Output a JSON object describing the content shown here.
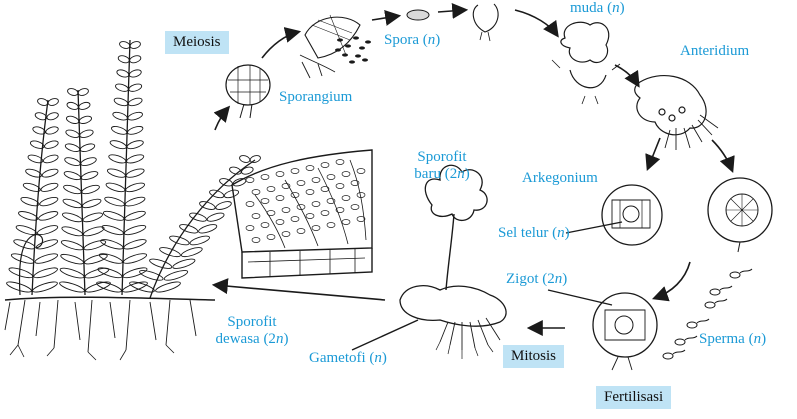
{
  "labels": {
    "meiosis": "Meiosis",
    "sporangium": "Sporangium",
    "spora": "Spora (",
    "spora_n": "n",
    "spora_close": ")",
    "muda": "muda (",
    "muda_n": "n",
    "muda_close": ")",
    "anteridium": "Anteridium",
    "arkegonium": "Arkegonium",
    "sel_telur": "Sel telur (",
    "sel_telur_n": "n",
    "sel_telur_close": ")",
    "sporofit_baru_1": "Sporofit",
    "sporofit_baru_2": "baru (2",
    "sporofit_baru_n": "n",
    "sporofit_baru_close": ")",
    "zigot": "Zigot (2",
    "zigot_n": "n",
    "zigot_close": ")",
    "sporofit_dewasa_1": "Sporofit",
    "sporofit_dewasa_2": "dewasa (2",
    "sporofit_dewasa_n": "n",
    "sporofit_dewasa_close": ")",
    "gametofi": "Gametofi (",
    "gametofi_n": "n",
    "gametofi_close": ")",
    "mitosis": "Mitosis",
    "sperma": "Sperma (",
    "sperma_n": "n",
    "sperma_close": ")",
    "fertilisasi": "Fertilisasi"
  },
  "colors": {
    "label_text": "#1b9ad6",
    "box_fill": "#bfe3f5",
    "ink": "#1a1a1a"
  }
}
